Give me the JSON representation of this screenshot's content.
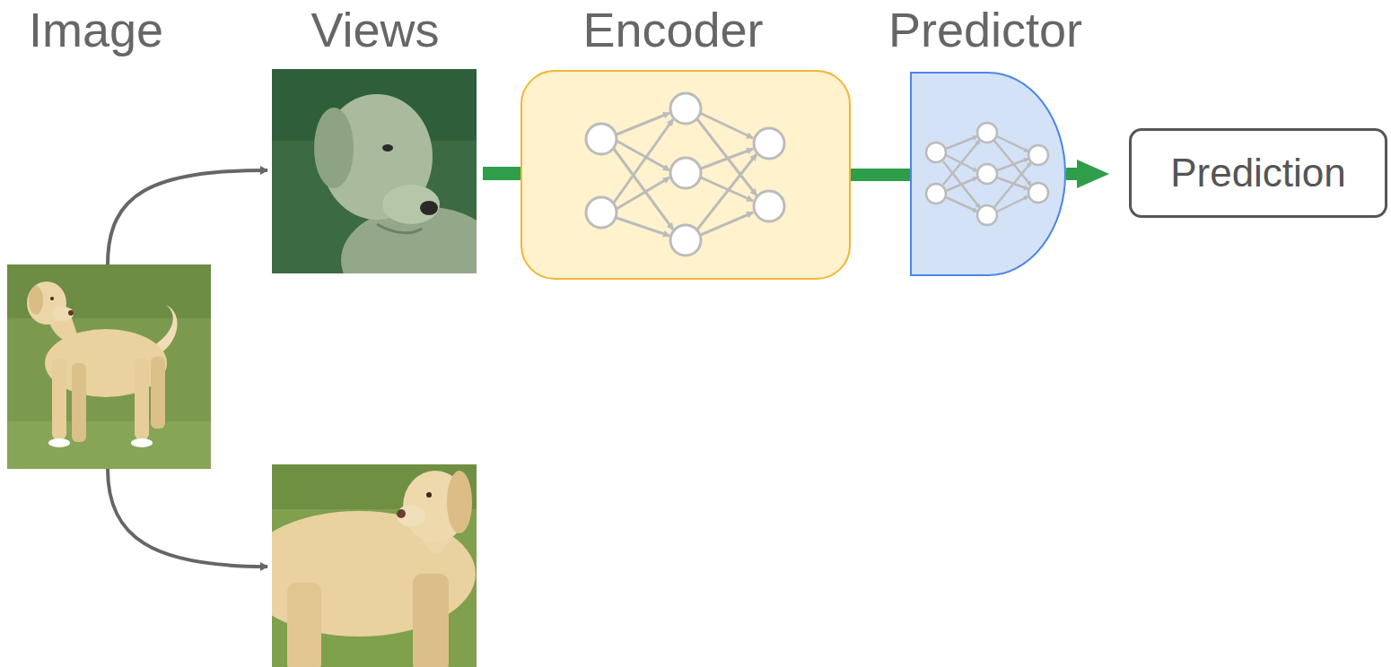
{
  "diagram": {
    "nodes": [
      {
        "text": [
          "Encoder"
        ]
      },
      {
        "text": [
          "Predictor"
        ]
      },
      {
        "text": [
          "Prediction"
        ]
      }
    ],
    "edges": [
      {
        "from": 0,
        "to": 1,
        "arrow": "none"
      },
      {
        "from": 1,
        "to": 2,
        "arrow": "to"
      }
    ],
    "labels": [
      "Image",
      "Views"
    ]
  }
}
